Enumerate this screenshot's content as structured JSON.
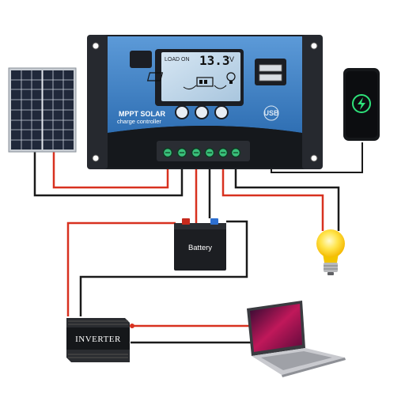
{
  "controller": {
    "title": "MPPT SOLAR",
    "subtitle": "charge controller",
    "lcd_load_label": "LOAD ON",
    "lcd_value": "13.3",
    "lcd_unit": "V",
    "usb_label": "USB",
    "colors": {
      "body": "#3f7fc4",
      "frame": "#1c1f24",
      "lcd": "#b9d3e8"
    }
  },
  "battery": {
    "label": "Battery"
  },
  "inverter": {
    "label": "INVERTER"
  },
  "wires": {
    "positive": "#d8311f",
    "negative": "#1a1a1a"
  },
  "icons": [
    "solar-panel-icon",
    "battery-icon",
    "light-bulb-icon",
    "phone-icon",
    "laptop-icon",
    "inverter-icon"
  ]
}
